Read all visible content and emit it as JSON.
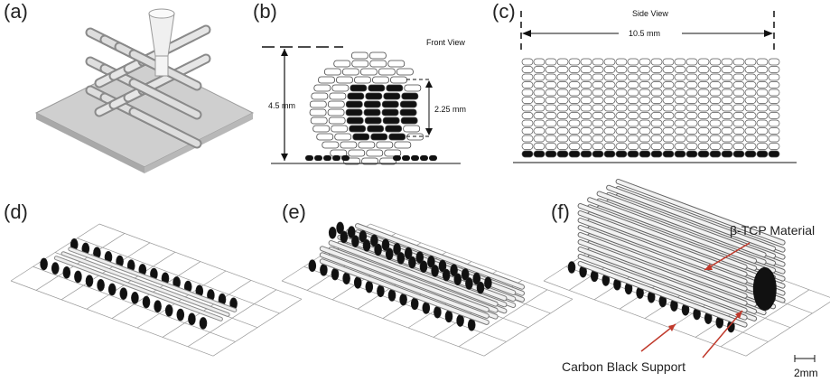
{
  "panels": {
    "a": {
      "label": "(a)"
    },
    "b": {
      "label": "(b)",
      "view_title": "Front View",
      "height_dim": "4.5 mm",
      "core_dim": "2.25 mm"
    },
    "c": {
      "label": "(c)",
      "view_title": "Side View",
      "length_dim": "10.5 mm"
    },
    "d": {
      "label": "(d)"
    },
    "e": {
      "label": "(e)"
    },
    "f": {
      "label": "(f)",
      "material_label": "β-TCP Material",
      "support_label": "Carbon Black Support",
      "scale_label": "2mm"
    }
  },
  "colors": {
    "material": "#e9e9e9",
    "support": "#111111",
    "arrow": "#c0392b",
    "platform": "#bdbdbd"
  }
}
